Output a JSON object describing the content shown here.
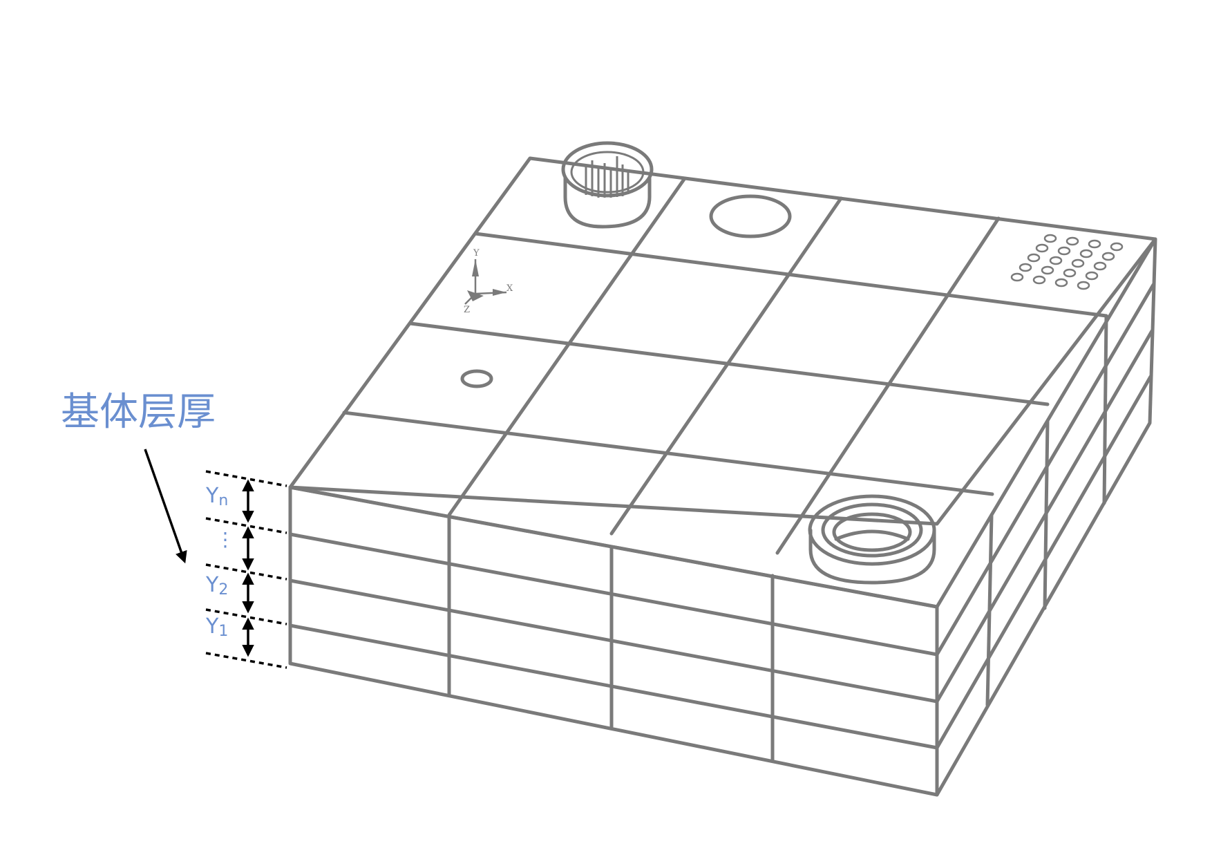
{
  "title_label": "基体层厚",
  "layer_labels": [
    {
      "main": "Y",
      "sub": "n"
    },
    {
      "main": "⋮",
      "sub": ""
    },
    {
      "main": "Y",
      "sub": "2"
    },
    {
      "main": "Y",
      "sub": "1"
    }
  ],
  "axis_labels": {
    "x": "X",
    "y": "Y",
    "z": "Z"
  },
  "colors": {
    "label": "#6a8fd0",
    "lines": "#7a7a7a",
    "dimension": "#000000"
  }
}
